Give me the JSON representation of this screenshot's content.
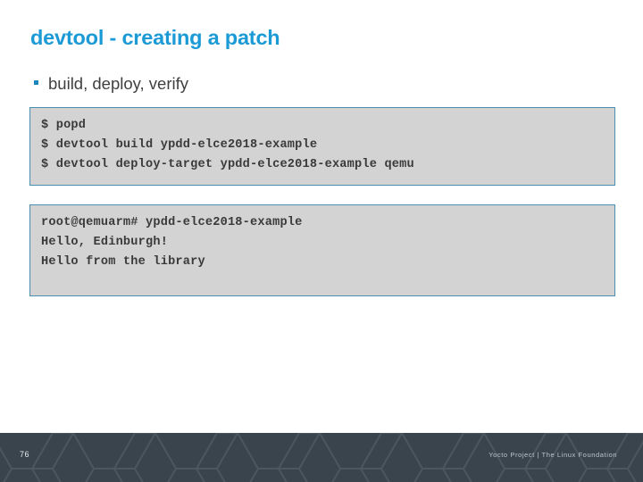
{
  "slide": {
    "title": "devtool - creating a patch",
    "bullets": [
      {
        "marker": "bullet-square",
        "text": "build, deploy, verify"
      }
    ],
    "code_blocks": [
      {
        "name": "build-deploy-commands",
        "lines": [
          "$ popd",
          "$ devtool build ypdd-elce2018-example",
          "$ devtool deploy-target ypdd-elce2018-example qemu"
        ]
      },
      {
        "name": "target-session-output",
        "lines": [
          "root@qemuarm# ypdd-elce2018-example",
          "Hello, Edinburgh!",
          "Hello from the library"
        ]
      }
    ]
  },
  "footer": {
    "page_number": "76",
    "credit": "Yocto Project | The Linux Foundation"
  },
  "colors": {
    "title": "#1b9ad6",
    "bullet_marker": "#1b86bd",
    "body_text": "#404040",
    "code_background": "#d3d3d3",
    "code_border": "#4a8fae",
    "code_text": "#3a3a3a",
    "footer_background": "#3a444d",
    "footer_hex_stroke": "#4b5660",
    "footer_page_text": "#e9edf0",
    "footer_credit_text": "#b9c4cc",
    "slide_background": "#ffffff"
  }
}
